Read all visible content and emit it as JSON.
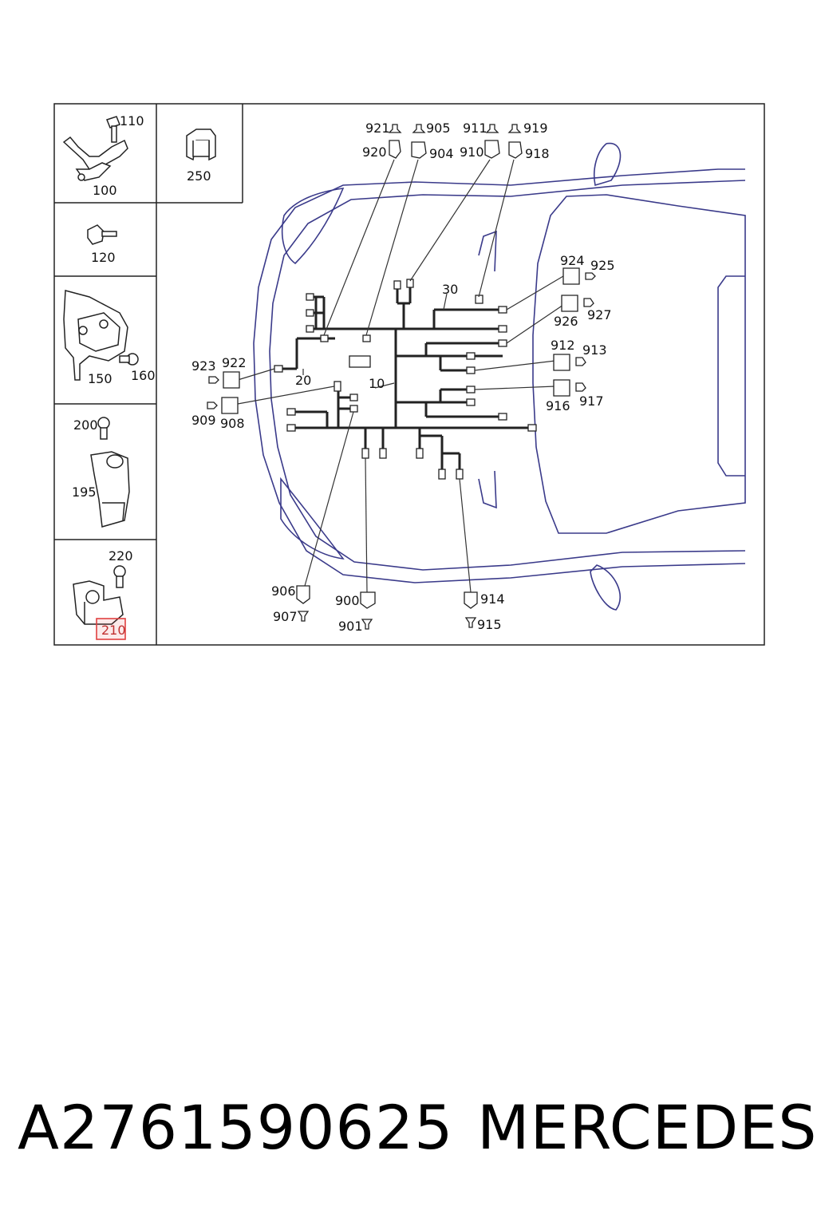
{
  "parts_panel": {
    "labels": {
      "p100": "100",
      "p110": "110",
      "p250": "250",
      "p120": "120",
      "p150": "150",
      "p160": "160",
      "p200": "200",
      "p195": "195",
      "p220": "220",
      "p210": "210"
    },
    "highlight_color": "#e04040"
  },
  "harness": {
    "labels": {
      "c921": "921",
      "c905": "905",
      "c911": "911",
      "c919": "919",
      "c920": "920",
      "c904": "904",
      "c910": "910",
      "c918": "918",
      "c924": "924",
      "c925": "925",
      "c926": "926",
      "c927": "927",
      "c912": "912",
      "c913": "913",
      "c916": "916",
      "c917": "917",
      "c923": "923",
      "c922": "922",
      "c909": "909",
      "c908": "908",
      "c906": "906",
      "c907": "907",
      "c900": "900",
      "c901": "901",
      "c914": "914",
      "c915": "915",
      "w30": "30",
      "w20": "20",
      "w10": "10"
    }
  },
  "footer": {
    "part_number": "A2761590625",
    "brand": "MERCEDES"
  }
}
